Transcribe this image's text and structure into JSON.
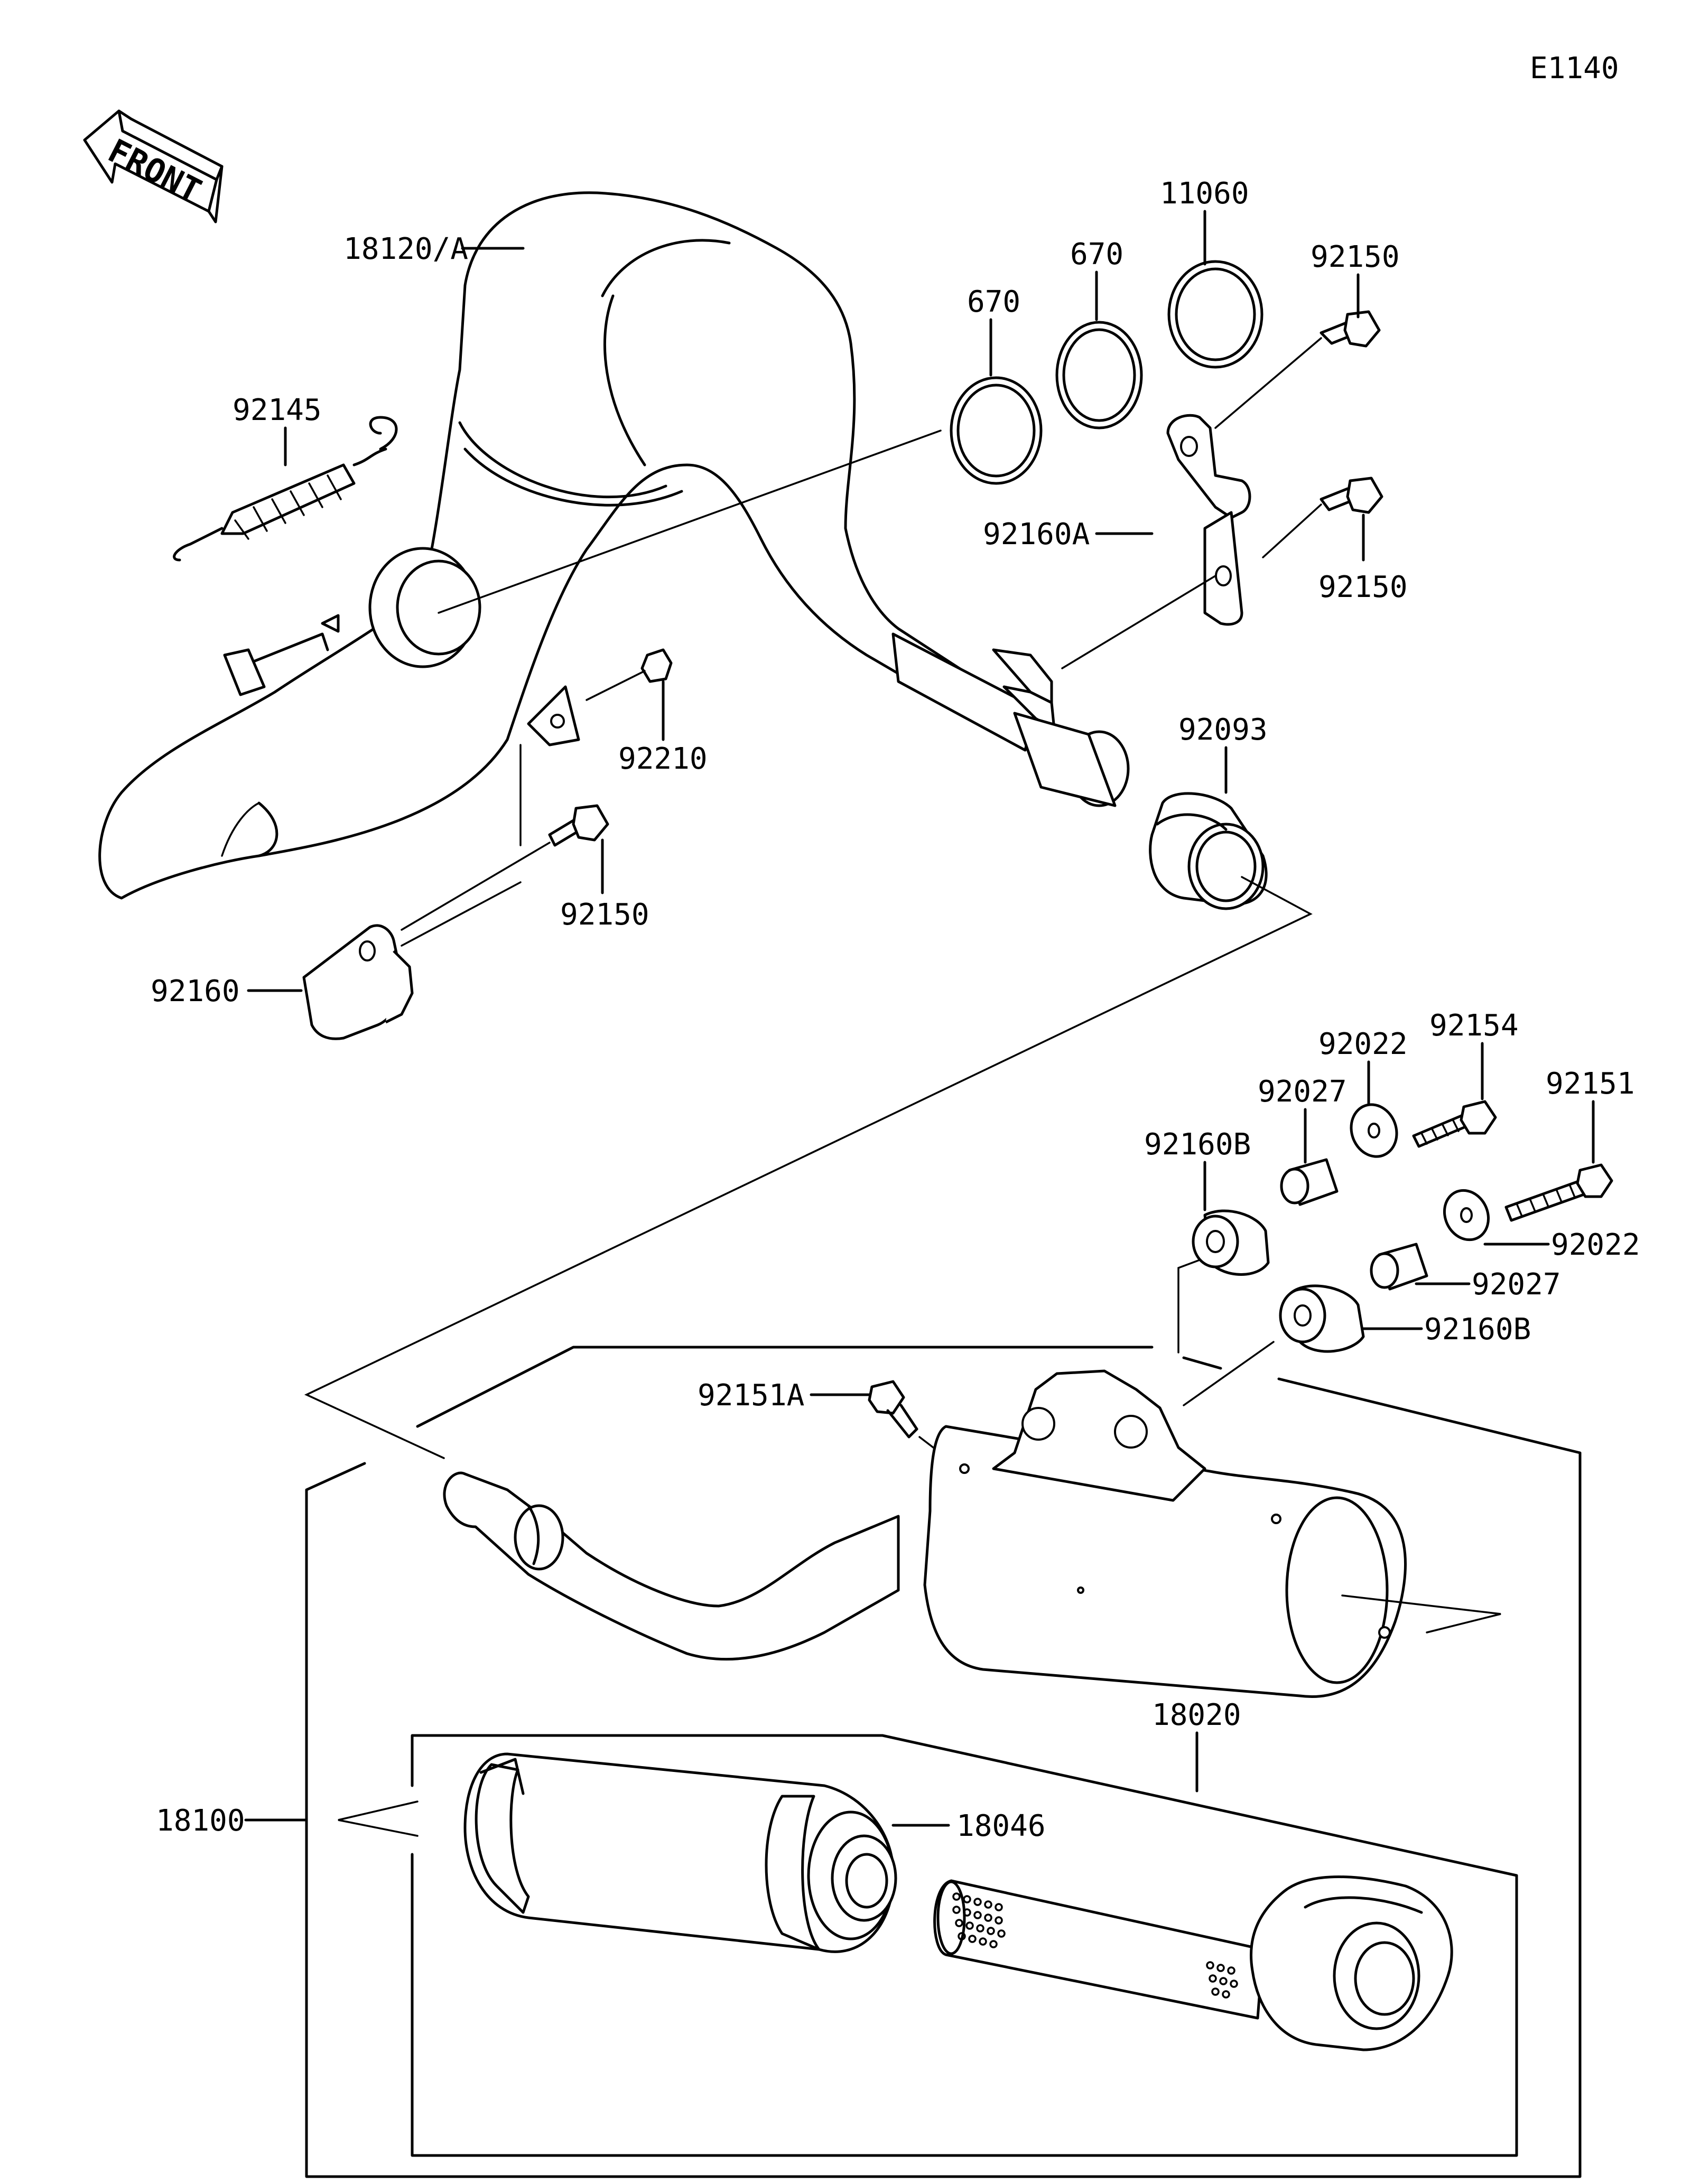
{
  "diagram_code": "E1140",
  "front_label": "FRONT",
  "labels": {
    "header_pipe": "18120/A",
    "spring": "92145",
    "gasket_1": "670",
    "gasket_2": "670",
    "gasket_3": "11060",
    "bolt_top": "92150",
    "bracket_a": "92160A",
    "bolt_right": "92150",
    "nut": "92210",
    "bolt_lower": "92150",
    "bracket": "92160",
    "joint_seal": "92093",
    "bolt_92154": "92154",
    "bolt_92151": "92151",
    "washer_upper": "92022",
    "collar_upper": "92027",
    "damper_upper": "92160B",
    "washer_right": "92022",
    "collar_right": "92027",
    "damper_right": "92160B",
    "bolt_92151a": "92151A",
    "muffler_assy": "18100",
    "silencer": "18020",
    "packing": "18046"
  }
}
